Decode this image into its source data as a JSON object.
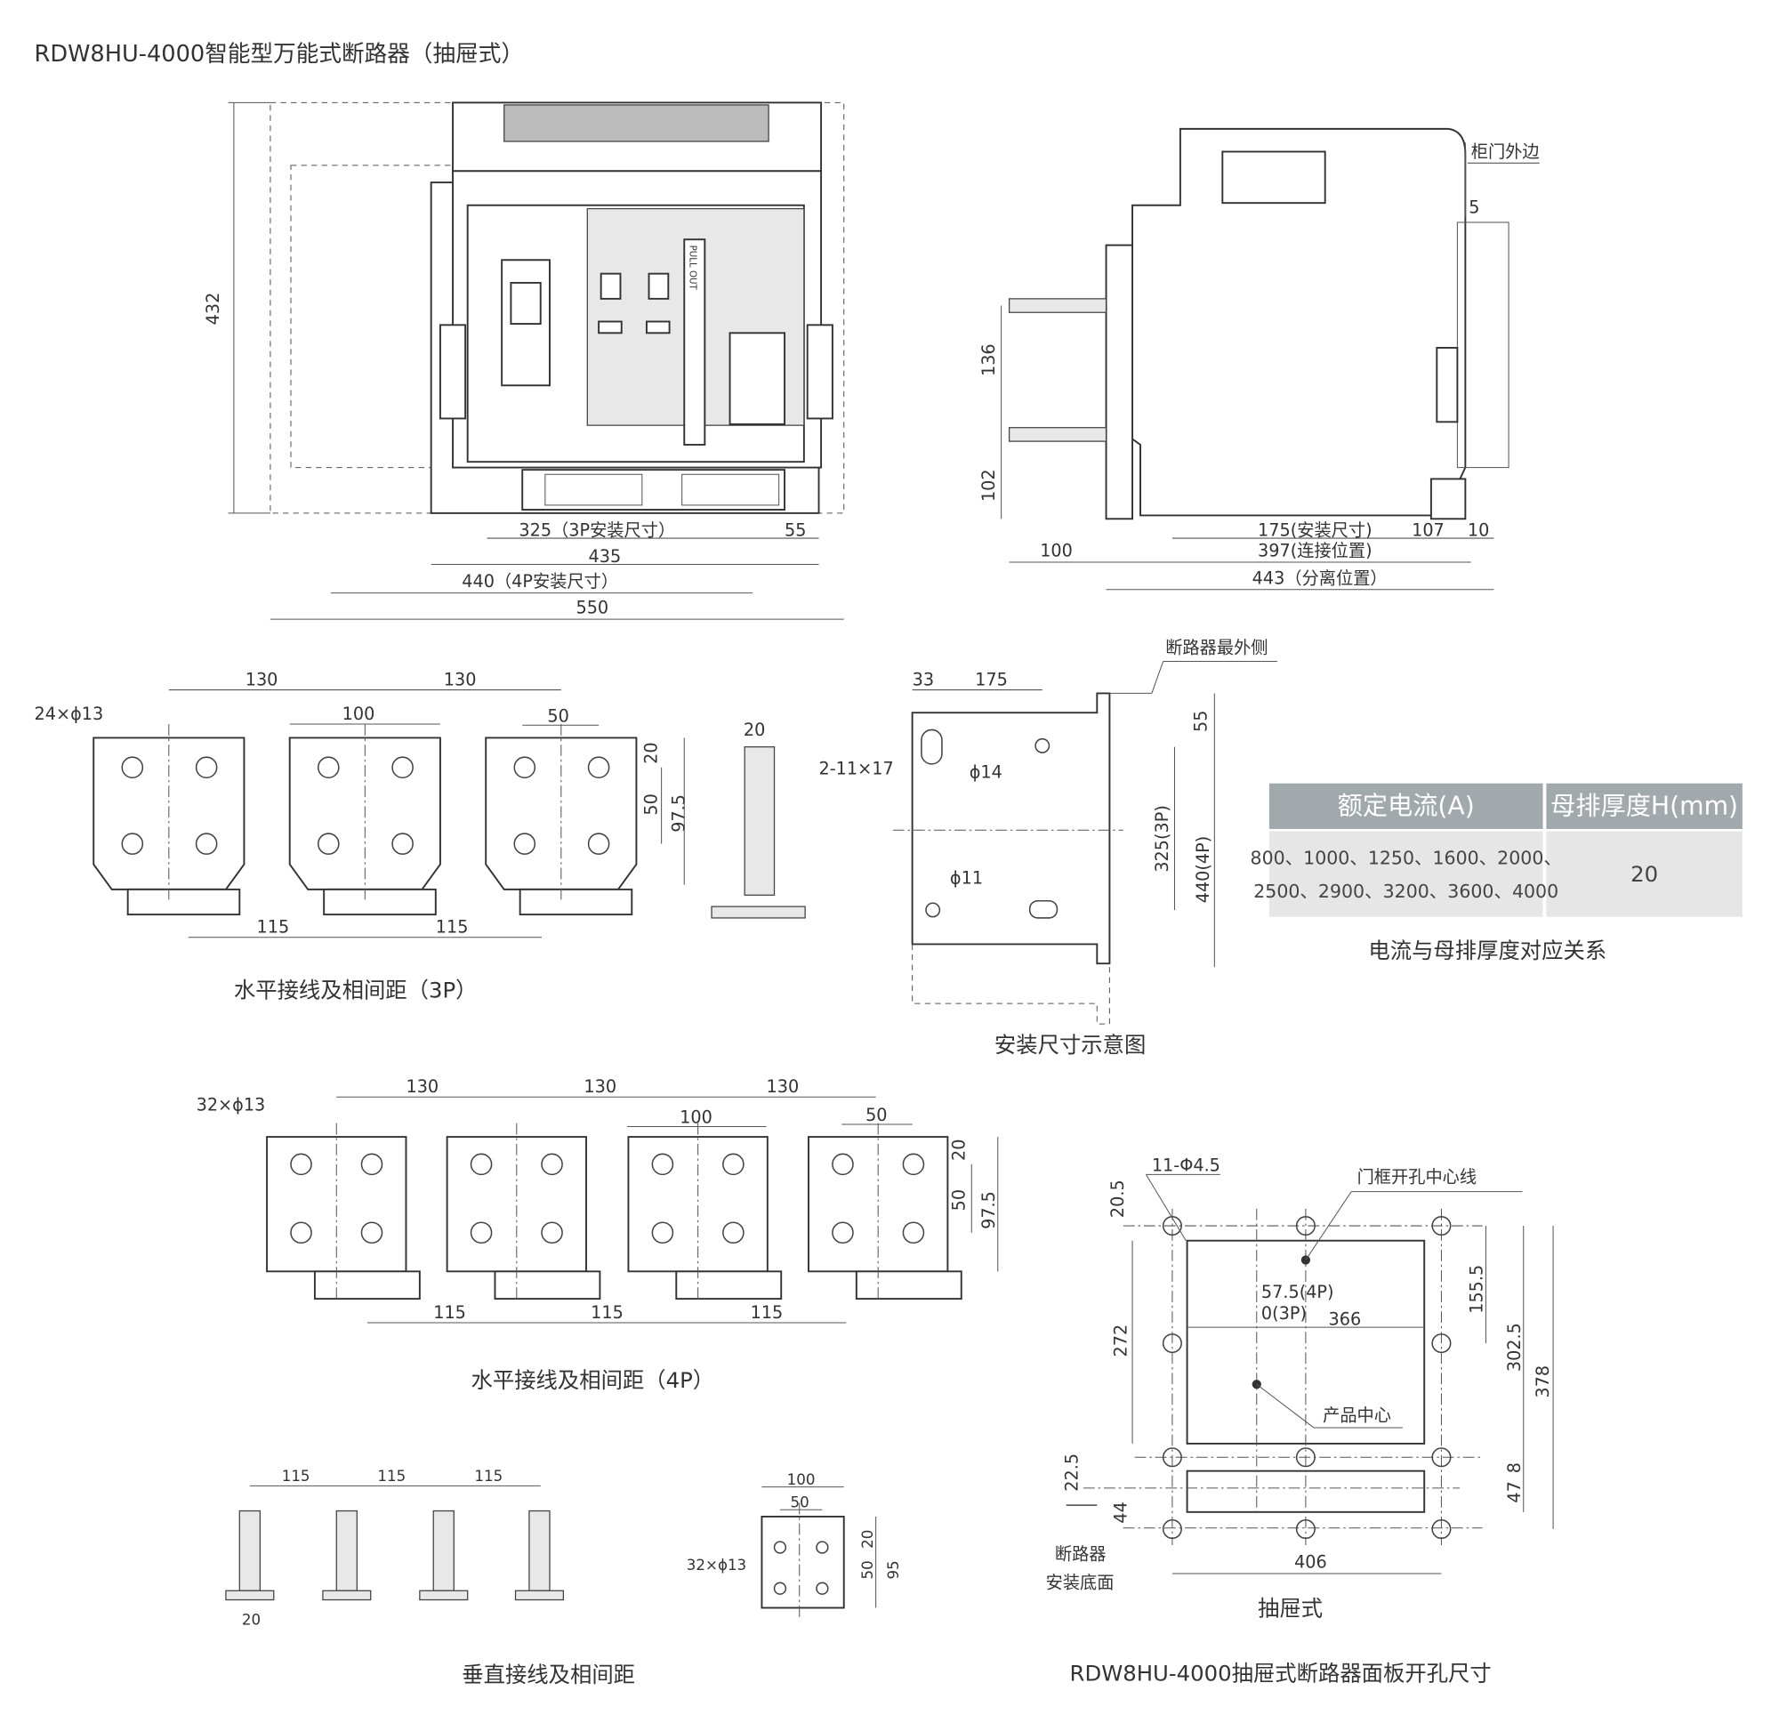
{
  "title": "RDW8HU-4000智能型万能式断路器（抽屉式）",
  "front_view": {
    "h432": "432",
    "d325": "325（3P安装尺寸）",
    "d55": "55",
    "d435": "435",
    "d440": "440（4P安装尺寸）",
    "d550": "550",
    "pull_out": "PULL OUT"
  },
  "side_view": {
    "door_edge": "柜门外边",
    "d5": "5",
    "d136": "136",
    "d102": "102",
    "d175": "175(安装尺寸)",
    "d107": "107",
    "d10": "10",
    "d100": "100",
    "d397": "397(连接位置)",
    "d443": "443（分离位置）"
  },
  "h3p": {
    "d130a": "130",
    "d130b": "130",
    "d100": "100",
    "d50": "50",
    "holes": "24×ϕ13",
    "d20": "20",
    "d50v": "50",
    "d975": "97.5",
    "d115a": "115",
    "d115b": "115",
    "d20bar": "20",
    "caption": "水平接线及相间距（3P）"
  },
  "install": {
    "outer": "断路器最外侧",
    "d33": "33",
    "d175": "175",
    "slot": "2-11×17",
    "phi14": "ϕ14",
    "phi11": "ϕ11",
    "d55": "55",
    "d325": "325(3P)",
    "d440": "440(4P)",
    "caption": "安装尺寸示意图"
  },
  "table": {
    "headers": [
      "额定电流(A)",
      "母排厚度H(mm)"
    ],
    "row_line1": "800、1000、1250、1600、2000、",
    "row_line2": "2500、2900、3200、3600、4000",
    "thickness": "20",
    "caption": "电流与母排厚度对应关系",
    "header_color": "#a2a9ad",
    "cell_color": "#e6e6e6"
  },
  "h4p": {
    "d130a": "130",
    "d130b": "130",
    "d130c": "130",
    "d100": "100",
    "d50": "50",
    "holes": "32×ϕ13",
    "d20": "20",
    "d50v": "50",
    "d975": "97.5",
    "d115a": "115",
    "d115b": "115",
    "d115c": "115",
    "caption": "水平接线及相间距（4P）"
  },
  "vertical": {
    "d115a": "115",
    "d115b": "115",
    "d115c": "115",
    "d20": "20",
    "d100": "100",
    "d50": "50",
    "holes": "32×ϕ13",
    "d20v": "20",
    "d50v": "50",
    "d95": "95",
    "caption": "垂直接线及相间距"
  },
  "panel": {
    "holes": "11-Φ4.5",
    "center_line": "门框开孔中心线",
    "d205": "20.5",
    "d575": "57.5(4P)",
    "d0": "0(3P)",
    "d366": "366",
    "d1555": "155.5",
    "d272": "272",
    "d3025": "302.5",
    "d378": "378",
    "product_center": "产品中心",
    "d225": "22.5",
    "d8": "8",
    "d47": "47",
    "d44": "44",
    "base1": "断路器",
    "base2": "安装底面",
    "d406": "406",
    "sub": "抽屉式",
    "caption": "RDW8HU-4000抽屉式断路器面板开孔尺寸"
  }
}
